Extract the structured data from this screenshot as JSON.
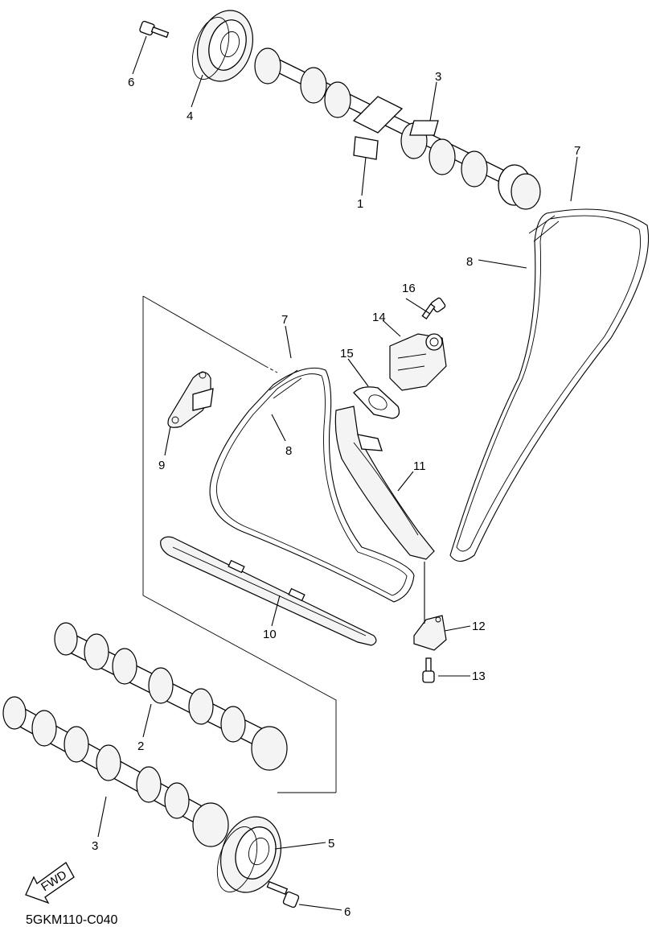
{
  "diagram": {
    "code": "5GKM110-C040",
    "fwd_label": "FWD",
    "callouts": {
      "p1": "1",
      "p2": "2",
      "p3_top": "3",
      "p3_bottom": "3",
      "p4": "4",
      "p5": "5",
      "p6_top": "6",
      "p6_bottom": "6",
      "p7_right": "7",
      "p7_left": "7",
      "p8_right": "8",
      "p8_left": "8",
      "p9": "9",
      "p10": "10",
      "p11": "11",
      "p12": "12",
      "p13": "13",
      "p14": "14",
      "p15": "15",
      "p16": "16"
    }
  }
}
